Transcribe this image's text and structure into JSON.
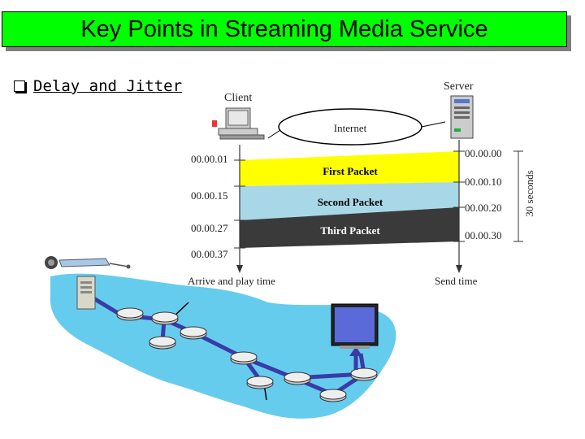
{
  "slide": {
    "title": "Key Points in Streaming Media Service",
    "bullet": "Delay and Jitter"
  },
  "timing_diagram": {
    "client_label": "Client",
    "server_label": "Server",
    "internet_label": "Internet",
    "arrive_times": [
      "00.00.01",
      "00.00.15",
      "00.00.27",
      "00.00.37"
    ],
    "send_times": [
      "00.00.00",
      "00.00.10",
      "00.00.20",
      "00.00.30"
    ],
    "packets": [
      {
        "label": "First Packet",
        "color": "#ffff00",
        "text_color": "#000000"
      },
      {
        "label": "Second Packet",
        "color": "#a8d8e8",
        "text_color": "#000000"
      },
      {
        "label": "Third Packet",
        "color": "#3a3a3a",
        "text_color": "#ffffff"
      }
    ],
    "duration_label": "30 seconds",
    "arrive_axis_label": "Arrive and play time",
    "send_axis_label": "Send time"
  },
  "colors": {
    "title_bg": "#00ff00",
    "network_blob": "#66ccee",
    "network_path": "#3a3aa8"
  }
}
